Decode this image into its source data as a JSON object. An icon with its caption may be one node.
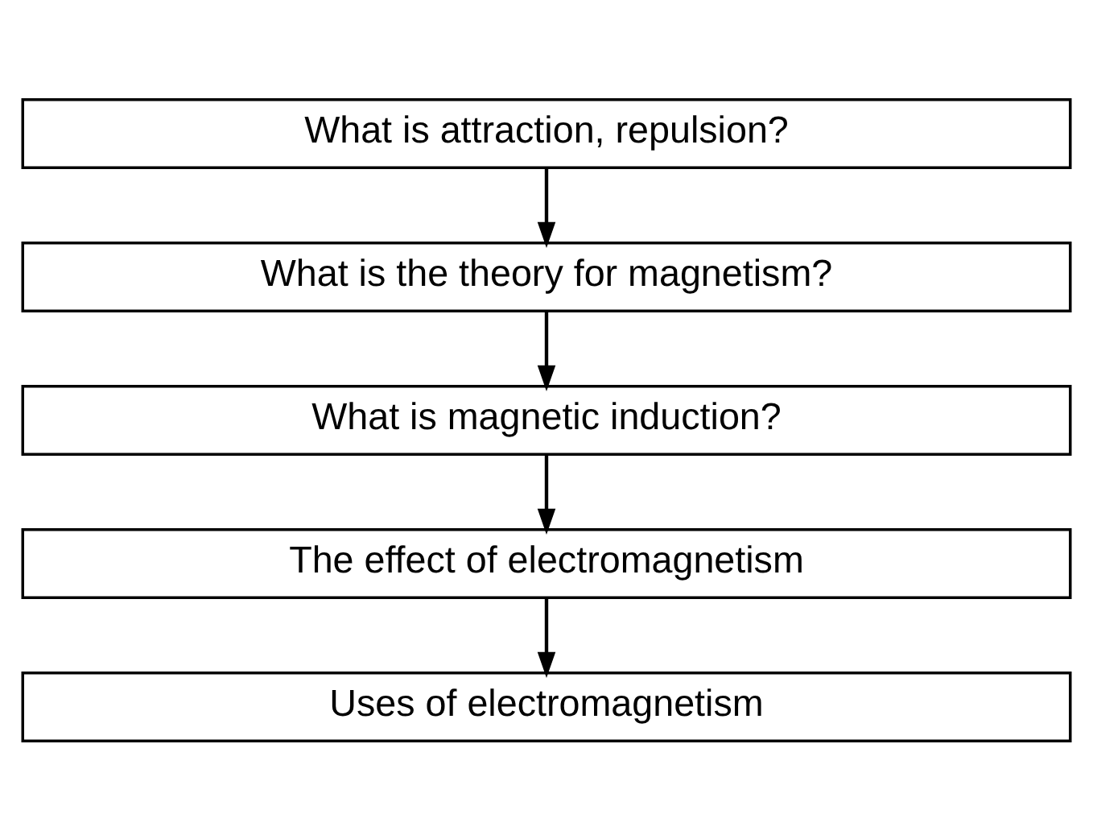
{
  "diagram": {
    "nodes": [
      {
        "text": [
          "What is attraction, repulsion?"
        ]
      },
      {
        "text": [
          "What is the theory for magnetism?"
        ]
      },
      {
        "text": [
          "What is magnetic induction?"
        ]
      },
      {
        "text": [
          "The effect of electromagnetism"
        ]
      },
      {
        "text": [
          "Uses of electromagnetism"
        ]
      }
    ],
    "edges": [
      {
        "from": 0,
        "to": 1,
        "arrow": "to"
      },
      {
        "from": 1,
        "to": 2,
        "arrow": "to"
      },
      {
        "from": 2,
        "to": 3,
        "arrow": "to"
      },
      {
        "from": 3,
        "to": 4,
        "arrow": "to"
      }
    ]
  }
}
